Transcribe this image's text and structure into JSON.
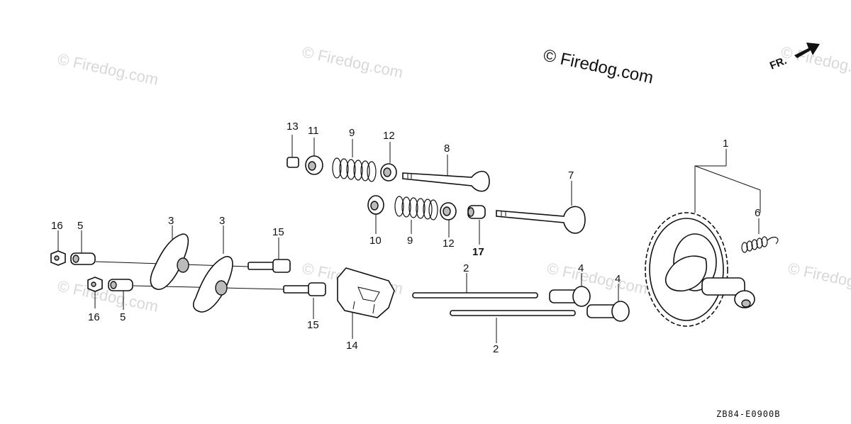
{
  "watermark": {
    "text": "© Firedog.com"
  },
  "main_watermark": {
    "text": "© Firedog.com"
  },
  "direction_label": "FR.",
  "diagram_ref": "ZB84-E0900B",
  "callouts": {
    "c1": "1",
    "c2a": "2",
    "c2b": "2",
    "c3a": "3",
    "c3b": "3",
    "c4a": "4",
    "c4b": "4",
    "c5a": "5",
    "c5b": "5",
    "c6": "6",
    "c7": "7",
    "c8": "8",
    "c9a": "9",
    "c9b": "9",
    "c10": "10",
    "c11": "11",
    "c12a": "12",
    "c12b": "12",
    "c13": "13",
    "c14": "14",
    "c15a": "15",
    "c15b": "15",
    "c16a": "16",
    "c16b": "16",
    "c17": "17"
  }
}
